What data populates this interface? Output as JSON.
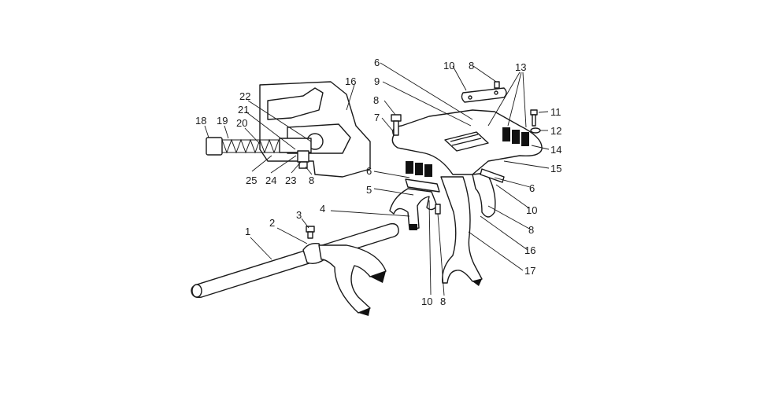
{
  "labels": {
    "l1": "1",
    "l2": "2",
    "l3": "3",
    "l4": "4",
    "l5": "5",
    "l6a": "6",
    "l6b": "6",
    "l6c": "6",
    "l7": "7",
    "l8a": "8",
    "l8b": "8",
    "l8c": "8",
    "l8d": "8",
    "l8e": "8",
    "l9": "9",
    "l10a": "10",
    "l10b": "10",
    "l10c": "10",
    "l11": "11",
    "l12": "12",
    "l13": "13",
    "l14": "14",
    "l15": "15",
    "l16a": "16",
    "l16b": "16",
    "l17": "17",
    "l18": "18",
    "l19": "19",
    "l20": "20",
    "l21": "21",
    "l22": "22",
    "l23": "23",
    "l24": "24",
    "l25": "25"
  }
}
